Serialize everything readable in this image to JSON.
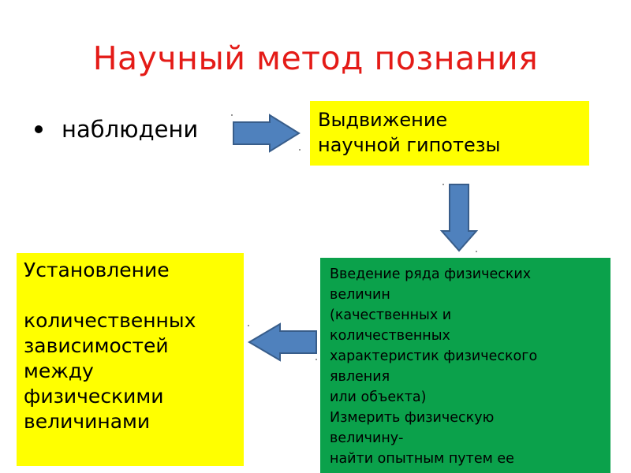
{
  "title": "Научный метод познания",
  "bullet": "наблюдени",
  "hypothesis_box": {
    "lines": [
      "Выдвижение",
      "научной гипотезы"
    ],
    "color": "#ffff00"
  },
  "establishment_box": {
    "lines": [
      "Установление",
      "",
      "количественных",
      "зависимостей",
      "между",
      "физическими",
      "величинами"
    ],
    "color": "#ffff00"
  },
  "introduction_box": {
    "lines": [
      "Введение ряда физических",
      "величин",
      "(качественных и",
      "количественных",
      "характеристик физического",
      "явления",
      "или объекта)",
      "Измерить физическую",
      "величину-",
      "найти опытным путем ее"
    ],
    "color": "#0ba14b"
  },
  "colors": {
    "title": "#e41b17",
    "arrow_fill": "#4f81bd",
    "arrow_stroke": "#385d8a"
  }
}
